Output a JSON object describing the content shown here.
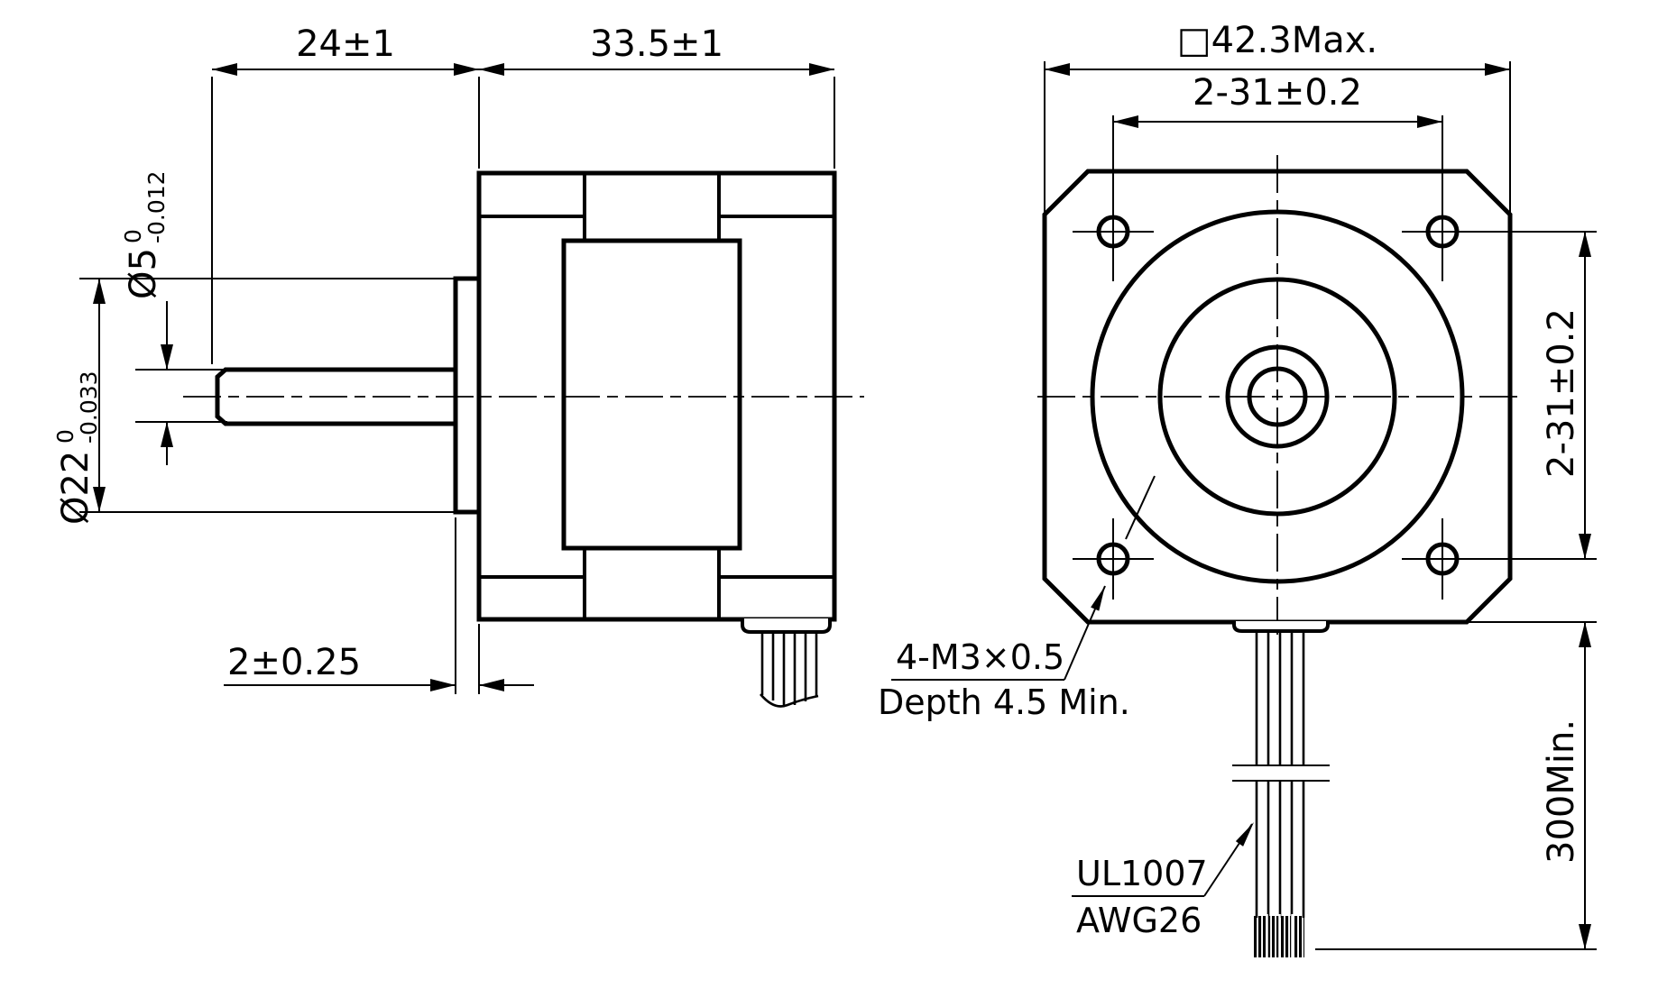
{
  "drawing": {
    "side_view": {
      "dim_shaft_length": "24±1",
      "dim_body_length": "33.5±1",
      "shaft_dia": {
        "nominal": "Ø5",
        "upper": "0",
        "lower": "-0.012"
      },
      "boss_dia": {
        "nominal": "Ø22",
        "upper": "0",
        "lower": "-0.033"
      },
      "dim_boss_height": "2±0.25"
    },
    "front_view": {
      "dim_square": "□42.3Max.",
      "dim_hole_spacing_top": "2-31±0.2",
      "dim_hole_spacing_right": "2-31±0.2",
      "dim_lead_length": "300Min.",
      "mounting_note_line1": "4-M3×0.5",
      "mounting_note_line2": "Depth 4.5 Min.",
      "wire_note_line1": "UL1007",
      "wire_note_line2": "AWG26"
    },
    "colors": {
      "line": "#000000",
      "background": "#ffffff"
    }
  }
}
